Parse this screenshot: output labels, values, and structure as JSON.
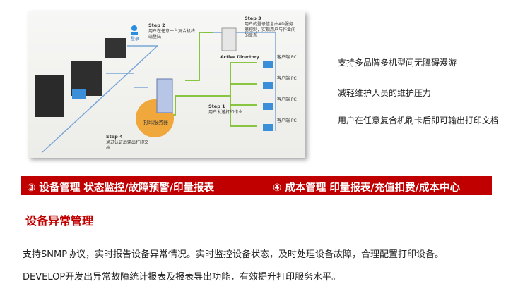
{
  "diagram": {
    "step1": {
      "title": "Step 1",
      "text": "用户发送打印作业"
    },
    "step2": {
      "title": "Step 2",
      "text": "用户在任意一台复合机终端登陆"
    },
    "step3": {
      "title": "Step 3",
      "text": "用户的登录信息由AD服务器控制，实现用户与作业间的联系"
    },
    "step4": {
      "title": "Step 4",
      "text": "通过认证后输出打印文档"
    },
    "login_label": "登录",
    "ad_label": "Active Directory",
    "server_label": "打印服务器",
    "client_label": "客户端 PC"
  },
  "features": [
    "支持多品牌多机型间无障碍漫游",
    "减轻维护人员的维护压力",
    "用户在任意复合机刷卡后即可输出打印文档"
  ],
  "banner": {
    "left": "③ 设备管理 状态监控/故障预警/印量报表",
    "right": "④ 成本管理 印量报表/充值扣费/成本中心",
    "color": "#c00000"
  },
  "section_title": "设备异常管理",
  "paragraphs": [
    "支持SNMP协议，实时报告设备异常情况。实时监控设备状态，及时处理设备故障，合理配置打印设备。",
    "DEVELOP开发出异常故障统计报表及报表导出功能，有效提升打印服务水平。"
  ]
}
